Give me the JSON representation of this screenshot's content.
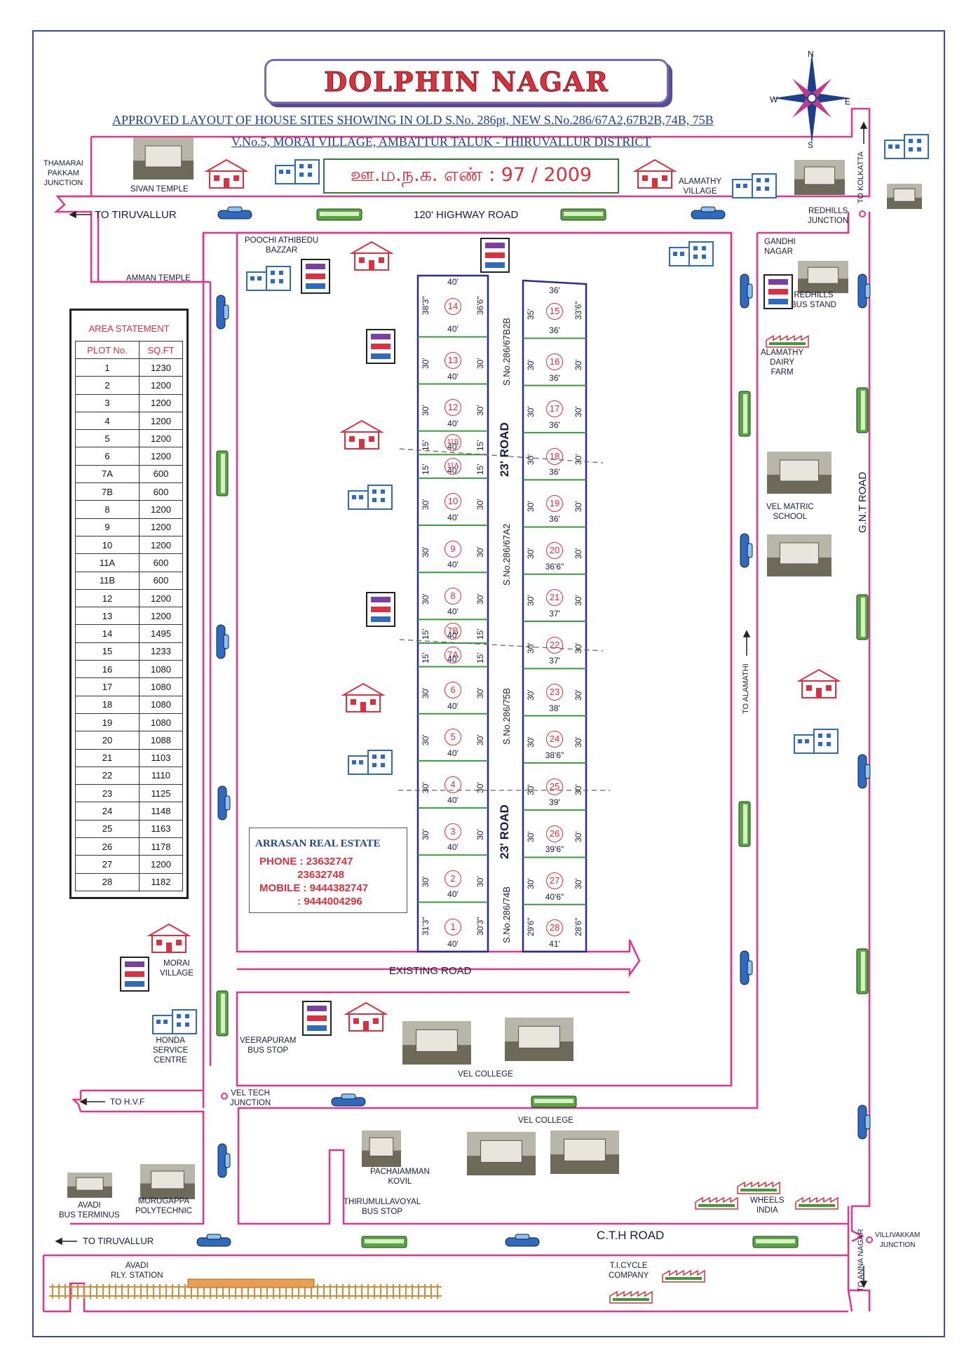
{
  "title": "DOLPHIN NAGAR",
  "subtitle1": "APPROVED LAYOUT OF HOUSE SITES SHOWING IN OLD S.No. 286pt, NEW S.No.286/67A2,67B2B,74B, 75B",
  "subtitle2": "V.No.5, MORAI VILLAGE, AMBATTUR TALUK - THIRUVALLUR DISTRICT",
  "registration": "ஊ.ம.ந.க. எண் : 97 / 2009",
  "compass": {
    "n": "N",
    "e": "E",
    "s": "S",
    "w": "W"
  },
  "area_statement": {
    "title": "AREA STATEMENT",
    "headers": [
      "PLOT No.",
      "SQ.FT"
    ],
    "rows": [
      [
        "1",
        "1230"
      ],
      [
        "2",
        "1200"
      ],
      [
        "3",
        "1200"
      ],
      [
        "4",
        "1200"
      ],
      [
        "5",
        "1200"
      ],
      [
        "6",
        "1200"
      ],
      [
        "7A",
        "600"
      ],
      [
        "7B",
        "600"
      ],
      [
        "8",
        "1200"
      ],
      [
        "9",
        "1200"
      ],
      [
        "10",
        "1200"
      ],
      [
        "11A",
        "600"
      ],
      [
        "11B",
        "600"
      ],
      [
        "12",
        "1200"
      ],
      [
        "13",
        "1200"
      ],
      [
        "14",
        "1495"
      ],
      [
        "15",
        "1233"
      ],
      [
        "16",
        "1080"
      ],
      [
        "17",
        "1080"
      ],
      [
        "18",
        "1080"
      ],
      [
        "19",
        "1080"
      ],
      [
        "20",
        "1088"
      ],
      [
        "21",
        "1103"
      ],
      [
        "22",
        "1110"
      ],
      [
        "23",
        "1125"
      ],
      [
        "24",
        "1148"
      ],
      [
        "25",
        "1163"
      ],
      [
        "26",
        "1178"
      ],
      [
        "27",
        "1200"
      ],
      [
        "28",
        "1182"
      ]
    ]
  },
  "contact": {
    "company": "ARRASAN REAL ESTATE",
    "lines": "PHONE : 23632747\n             23632748\nMOBILE : 9444382747\n             : 9444004296"
  },
  "roads": {
    "highway": "120' HIGHWAY ROAD",
    "existing": "EXISTING ROAD",
    "cth": "C.T.H  ROAD",
    "gnt": "G.N.T ROAD",
    "internal": "23' ROAD",
    "to_tiruvallur": "TO TIRUVALLUR",
    "to_tiruvallur2": "TO TIRUVALLUR",
    "to_hvf": "TO H.V.F",
    "to_kolkatta": "TO KOLKATTA",
    "to_anna_nagar": "TO ANNA NAGAR",
    "to_alamathi": "TO ALAMATHI"
  },
  "survey_labels": [
    "S.No.286/67B2B",
    "S.No.286/67A2",
    "S.No.286/75B",
    "S.No.286/74B"
  ],
  "landmarks": {
    "thamarai": "THAMARAI\nPAKKAM\nJUNCTION",
    "sivan_temple": "SIVAN TEMPLE",
    "amman_temple": "AMMAN TEMPLE",
    "alamathy_village": "ALAMATHY\nVILLAGE",
    "redhills_junction": "REDHILLS\nJUNCTION",
    "gandhi_nagar": "GANDHI\nNAGAR",
    "redhills_bus": "REDHILLS\nBUS STAND",
    "dairy": "ALAMATHY\nDAIRY\nFARM",
    "vel_matric": "VEL MATRIC\nSCHOOL",
    "poochi": "POOCHI ATHIBEDU\nBAZZAR",
    "morai": "MORAI\nVILLAGE",
    "honda": "HONDA\nSERVICE\nCENTRE",
    "veerapuram": "VEERAPURAM\nBUS STOP",
    "vel_college1": "VEL COLLEGE",
    "vel_college2": "VEL COLLEGE",
    "vel_tech": "VEL TECH\nJUNCTION",
    "pachaiamman": "PACHAIAMMAN\nKOVIL",
    "thirumullavoyal": "THIRUMULLAVOYAL\nBUS STOP",
    "avadi_bus": "AVADI\nBUS TERMINUS",
    "murugappa": "MURUGAPPA\nPOLYTECHNIC",
    "wheels": "WHEELS\nINDIA",
    "villivakkam": "VILLIVAKKAM\nJUNCTION",
    "avadi_rly": "AVADI\nRLY. STATION",
    "ti_cycle": "T.I.CYCLE\nCOMPANY"
  },
  "colors": {
    "road": "#e0378a",
    "plot_border": "#2a2a90",
    "plot_divider": "#3c9a3c",
    "plot_number": "#d9313f",
    "title": "#d9313f"
  },
  "left_plots": [
    {
      "no": "14",
      "left": "38'3\"",
      "right": "36'6\"",
      "top": "40'",
      "bottom": "40'"
    },
    {
      "no": "13",
      "left": "30'",
      "right": "30'",
      "bottom": "40'"
    },
    {
      "no": "12",
      "left": "30'",
      "right": "30'",
      "bottom": "40'"
    },
    {
      "no": "11B",
      "left": "15'",
      "right": "15'",
      "bottom": "40'"
    },
    {
      "no": "11A",
      "left": "15'",
      "right": "15'",
      "bottom": "40'"
    },
    {
      "no": "10",
      "left": "30'",
      "right": "30'",
      "bottom": "40'"
    },
    {
      "no": "9",
      "left": "30'",
      "right": "30'",
      "bottom": "40'"
    },
    {
      "no": "8",
      "left": "30'",
      "right": "30'",
      "bottom": "40'"
    },
    {
      "no": "7B",
      "left": "15'",
      "right": "15'",
      "bottom": "40'"
    },
    {
      "no": "7A",
      "left": "15'",
      "right": "15'",
      "bottom": "40'"
    },
    {
      "no": "6",
      "left": "30'",
      "right": "30'",
      "bottom": "40'"
    },
    {
      "no": "5",
      "left": "30'",
      "right": "30'",
      "bottom": "40'"
    },
    {
      "no": "4",
      "left": "30'",
      "right": "30'",
      "bottom": "40'"
    },
    {
      "no": "3",
      "left": "30'",
      "right": "30'",
      "bottom": "40'"
    },
    {
      "no": "2",
      "left": "30'",
      "right": "30'",
      "bottom": "40'"
    },
    {
      "no": "1",
      "left": "31'3\"",
      "right": "30'3\"",
      "bottom": "40'"
    }
  ],
  "right_plots": [
    {
      "no": "15",
      "left": "35'",
      "right": "33'6\"",
      "top": "36'",
      "bottom": "36'"
    },
    {
      "no": "16",
      "left": "30'",
      "right": "30'",
      "bottom": "36'"
    },
    {
      "no": "17",
      "left": "30'",
      "right": "30'",
      "bottom": "36'"
    },
    {
      "no": "18",
      "left": "30'",
      "right": "30'",
      "bottom": "36'"
    },
    {
      "no": "19",
      "left": "30'",
      "right": "30'",
      "bottom": "36'"
    },
    {
      "no": "20",
      "left": "30'",
      "right": "30'",
      "bottom": "36'6\""
    },
    {
      "no": "21",
      "left": "30'",
      "right": "30'",
      "bottom": "37'"
    },
    {
      "no": "22",
      "left": "30'",
      "right": "30'",
      "bottom": "37'"
    },
    {
      "no": "23",
      "left": "30'",
      "right": "30'",
      "bottom": "38'"
    },
    {
      "no": "24",
      "left": "30'",
      "right": "30'",
      "bottom": "38'6\""
    },
    {
      "no": "25",
      "left": "30'",
      "right": "30'",
      "bottom": "39'"
    },
    {
      "no": "26",
      "left": "30'",
      "right": "30'",
      "bottom": "39'6\""
    },
    {
      "no": "27",
      "left": "30'",
      "right": "30'",
      "bottom": "40'6\""
    },
    {
      "no": "28",
      "left": "29'6\"",
      "right": "28'6\"",
      "bottom": "41'"
    }
  ]
}
